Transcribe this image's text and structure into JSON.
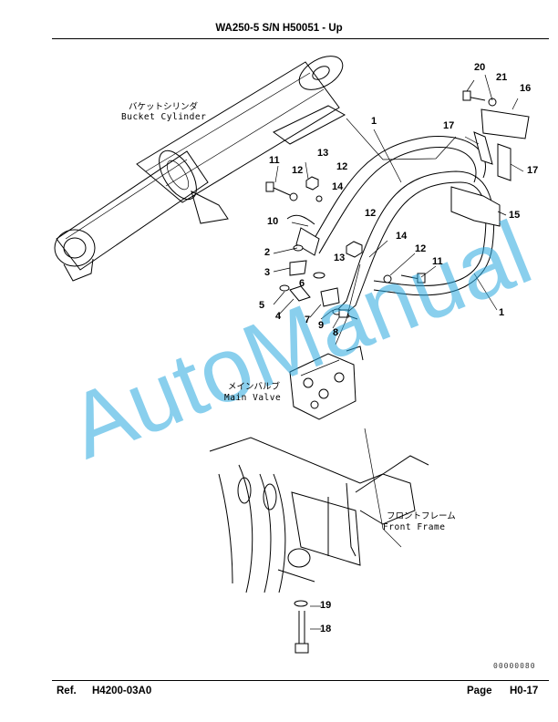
{
  "header": {
    "title": "WA250-5 S/N H50051 - Up"
  },
  "footer": {
    "ref_label": "Ref.",
    "ref_code": "H4200-03A0",
    "page_label": "Page",
    "page_number": "H0-17"
  },
  "illustration_code": "00000080",
  "watermark": {
    "text": "AutoManual",
    "color": "#29a8e0"
  },
  "labels": {
    "bucket_cylinder_jp": "バケットシリンダ",
    "bucket_cylinder_en": "Bucket Cylinder",
    "main_valve_jp": "メインバルブ",
    "main_valve_en": "Main Valve",
    "front_frame_jp": "フロントフレーム",
    "front_frame_en": "Front Frame"
  },
  "callouts": [
    {
      "id": "c20",
      "text": "20"
    },
    {
      "id": "c21",
      "text": "21"
    },
    {
      "id": "c16",
      "text": "16"
    },
    {
      "id": "c1a",
      "text": "1"
    },
    {
      "id": "c17a",
      "text": "17"
    },
    {
      "id": "c17b",
      "text": "17"
    },
    {
      "id": "c13a",
      "text": "13"
    },
    {
      "id": "c11a",
      "text": "11"
    },
    {
      "id": "c12a",
      "text": "12"
    },
    {
      "id": "c12b",
      "text": "12"
    },
    {
      "id": "c14a",
      "text": "14"
    },
    {
      "id": "c15",
      "text": "15"
    },
    {
      "id": "c10",
      "text": "10"
    },
    {
      "id": "c12c",
      "text": "12"
    },
    {
      "id": "c2",
      "text": "2"
    },
    {
      "id": "c14b",
      "text": "14"
    },
    {
      "id": "c12d",
      "text": "12"
    },
    {
      "id": "c13b",
      "text": "13"
    },
    {
      "id": "c11b",
      "text": "11"
    },
    {
      "id": "c3",
      "text": "3"
    },
    {
      "id": "c6",
      "text": "6"
    },
    {
      "id": "c1b",
      "text": "1"
    },
    {
      "id": "c5",
      "text": "5"
    },
    {
      "id": "c4",
      "text": "4"
    },
    {
      "id": "c7",
      "text": "7"
    },
    {
      "id": "c9",
      "text": "9"
    },
    {
      "id": "c8",
      "text": "8"
    },
    {
      "id": "c19",
      "text": "19"
    },
    {
      "id": "c18",
      "text": "18"
    }
  ]
}
